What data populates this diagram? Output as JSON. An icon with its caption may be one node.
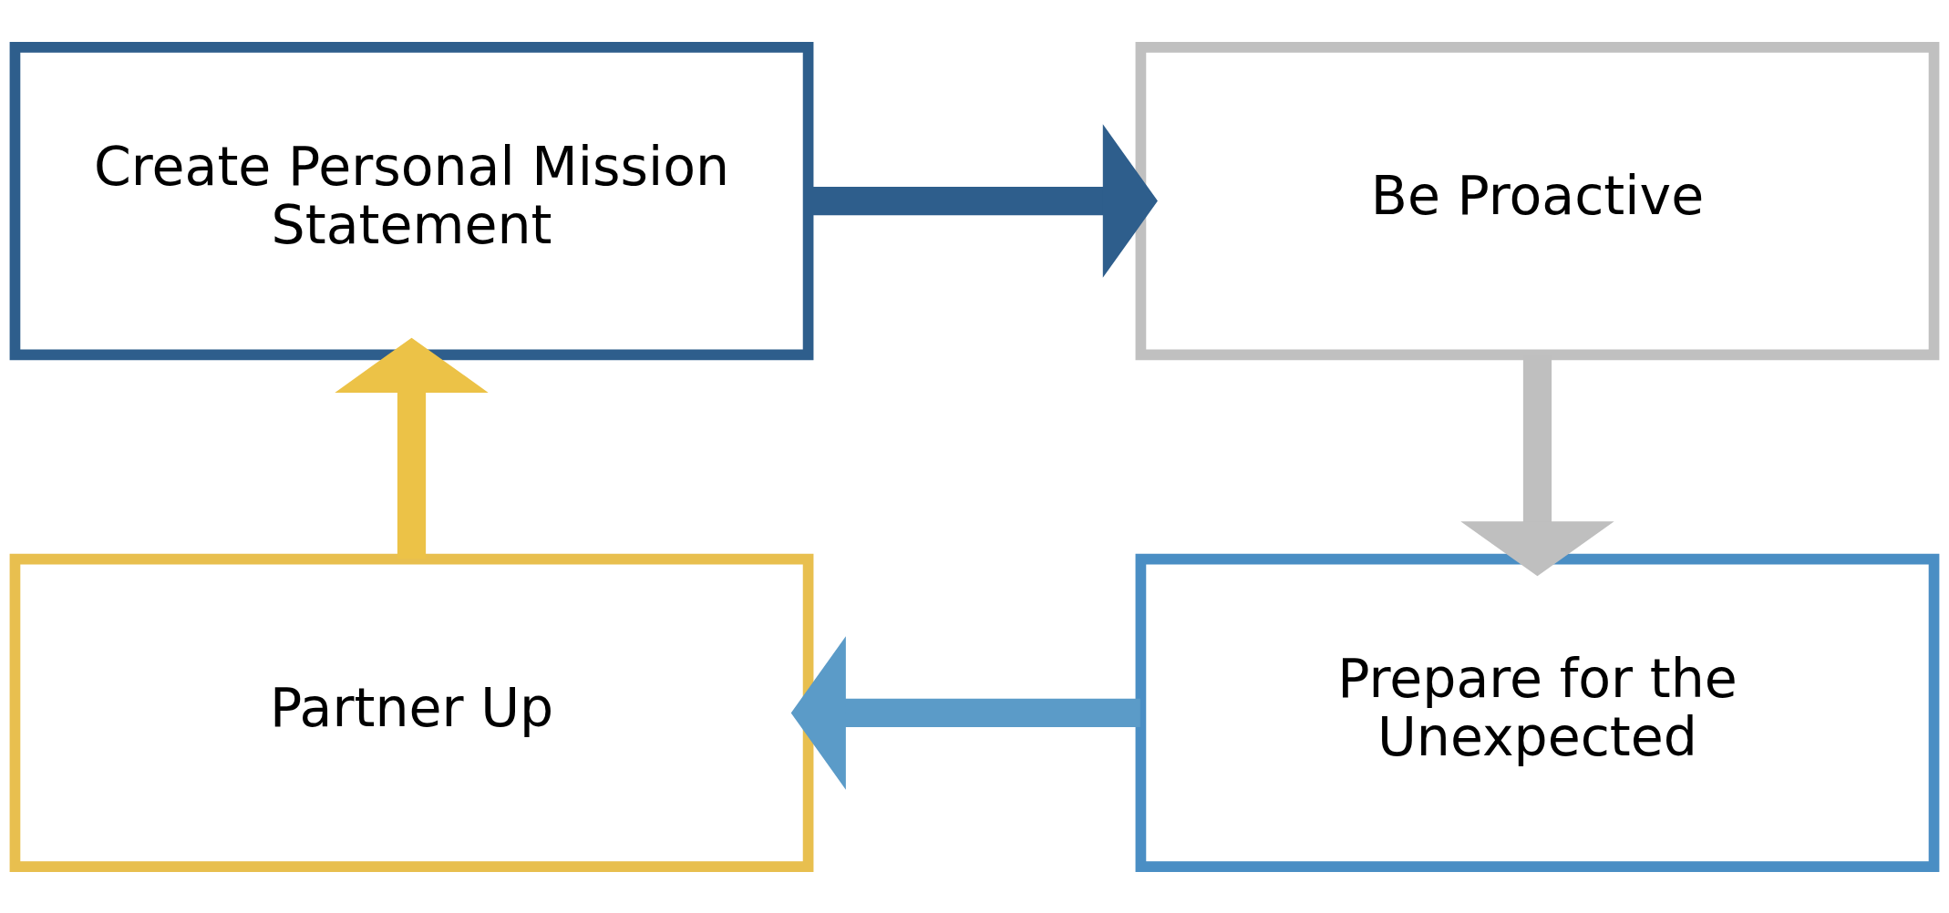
{
  "diagram": {
    "nodes": [
      {
        "text": [
          "Create Personal Mission Statement"
        ]
      },
      {
        "text": [
          "Be Proactive"
        ]
      },
      {
        "text": [
          "Partner Up"
        ]
      },
      {
        "text": [
          "Prepare for the Unexpected"
        ]
      }
    ],
    "edges": [
      {
        "from": 0,
        "to": 1,
        "arrow": "to",
        "color": "#2e5e8c"
      },
      {
        "from": 1,
        "to": 3,
        "arrow": "to",
        "color": "#bfbfbf"
      },
      {
        "from": 3,
        "to": 2,
        "arrow": "to",
        "color": "#5b9bc8"
      },
      {
        "from": 2,
        "to": 0,
        "arrow": "to",
        "color": "#ecc247"
      }
    ]
  }
}
